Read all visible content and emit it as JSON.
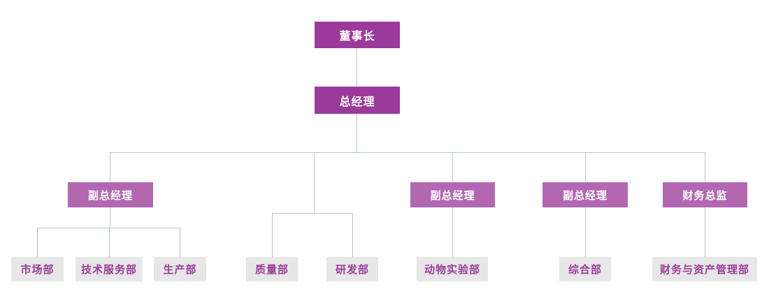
{
  "colors": {
    "exec_box": "#9C3A9C",
    "manager_box": "#B168B1",
    "dept_box_bg": "#E7E7E7",
    "dept_text": "#9B3E9B",
    "connector": "#B3C6D0",
    "exec_text": "#FFFFFF",
    "page_bg": "#FFFFFF"
  },
  "org": {
    "chairman": {
      "label": "董事长",
      "level": 1
    },
    "general_manager": {
      "label": "总经理",
      "level": 2,
      "reports_to": "董事长"
    },
    "deputy_1": {
      "label": "副总经理",
      "level": 3,
      "reports_to": "总经理"
    },
    "deputy_2": {
      "label": "副总经理",
      "level": 3,
      "reports_to": "总经理"
    },
    "deputy_3": {
      "label": "副总经理",
      "level": 3,
      "reports_to": "总经理"
    },
    "cfo": {
      "label": "财务总监",
      "level": 3,
      "reports_to": "总经理"
    },
    "departments": {
      "market": {
        "label": "市场部",
        "reports_to": "副总经理 1"
      },
      "tech_service": {
        "label": "技术服务部",
        "reports_to": "副总经理 1"
      },
      "production": {
        "label": "生产部",
        "reports_to": "副总经理 1"
      },
      "quality": {
        "label": "质量部",
        "reports_to": "总经理"
      },
      "rnd": {
        "label": "研发部",
        "reports_to": "总经理"
      },
      "animal_lab": {
        "label": "动物实验部",
        "reports_to": "副总经理 2"
      },
      "general_affairs": {
        "label": "综合部",
        "reports_to": "副总经理 3"
      },
      "finance_asset": {
        "label": "财务与资产管理部",
        "reports_to": "财务总监"
      }
    }
  }
}
